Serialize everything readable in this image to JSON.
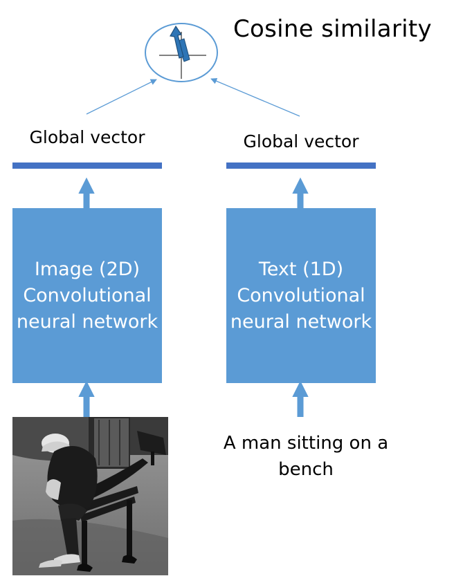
{
  "title": "Cosine similarity",
  "left_branch": {
    "vector_label": "Global vector",
    "cnn_lines": [
      "Image (2D)",
      "Convolutional",
      "neural network"
    ],
    "input": "photo of a man sitting on a bench"
  },
  "right_branch": {
    "vector_label": "Global vector",
    "cnn_lines": [
      "Text (1D)",
      "Convolutional",
      "neural network"
    ],
    "input_lines": [
      "A man sitting on a",
      "bench"
    ]
  },
  "colors": {
    "bar": "#4472c4",
    "box": "#5b9bd5",
    "arrow": "#5b9bd5",
    "cosine_arrow": "#2e75b6"
  },
  "icons": [
    "cosine-similarity-icon",
    "up-arrow-icon"
  ]
}
